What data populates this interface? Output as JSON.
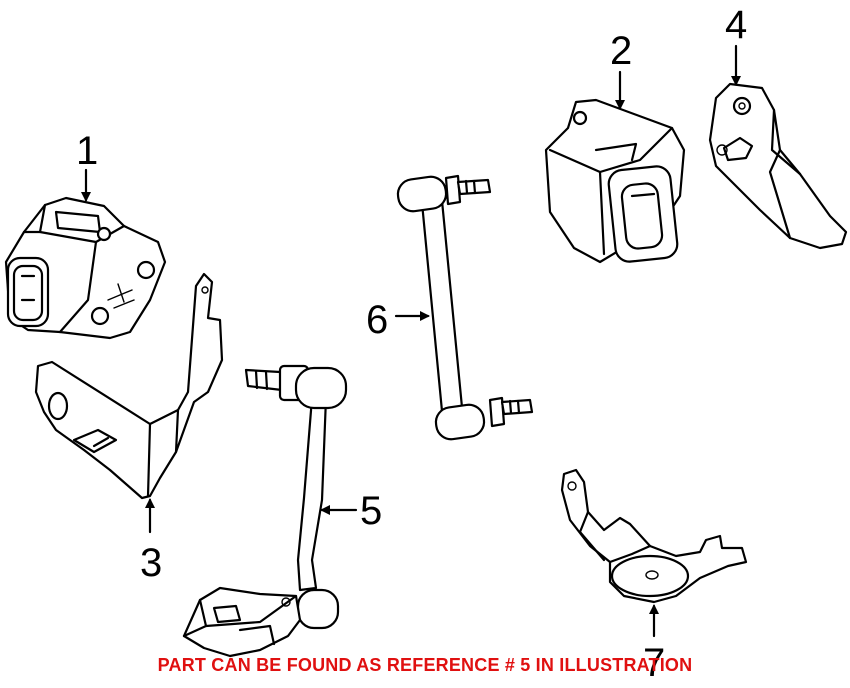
{
  "callouts": {
    "c1": "1",
    "c2": "2",
    "c3": "3",
    "c4": "4",
    "c5": "5",
    "c6": "6",
    "c7": "7"
  },
  "notice": {
    "text": "PART CAN BE FOUND AS REFERENCE # 5 IN ILLUSTRATION",
    "color": "#e01010"
  }
}
